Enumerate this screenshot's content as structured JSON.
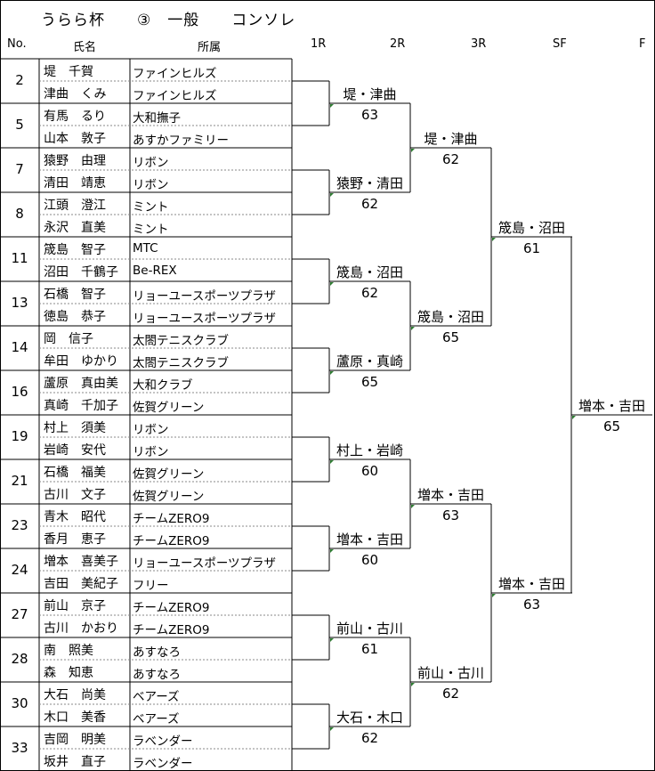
{
  "title": "うらら杯　　③　一般　　コンソレ",
  "headers": {
    "no": "No.",
    "name": "氏名",
    "club": "所属",
    "r1": "1R",
    "r2": "2R",
    "r3": "3R",
    "sf": "SF",
    "f": "F"
  },
  "pairs": [
    {
      "seed": "2",
      "p": [
        {
          "name": "堤　千賀",
          "club": "ファインヒルズ"
        },
        {
          "name": "津曲　くみ",
          "club": "ファインヒルズ"
        }
      ]
    },
    {
      "seed": "5",
      "p": [
        {
          "name": "有馬　るり",
          "club": "大和撫子"
        },
        {
          "name": "山本　敦子",
          "club": "あすかファミリー"
        }
      ]
    },
    {
      "seed": "7",
      "p": [
        {
          "name": "猿野　由理",
          "club": "リボン"
        },
        {
          "name": "清田　靖恵",
          "club": "リボン"
        }
      ]
    },
    {
      "seed": "8",
      "p": [
        {
          "name": "江頭　澄江",
          "club": "ミント"
        },
        {
          "name": "永沢　直美",
          "club": "ミント"
        }
      ]
    },
    {
      "seed": "11",
      "p": [
        {
          "name": "筬島　智子",
          "club": "MTC"
        },
        {
          "name": "沼田　千鶴子",
          "club": "Be-REX"
        }
      ]
    },
    {
      "seed": "13",
      "p": [
        {
          "name": "石橋　智子",
          "club": "リョーユースポーツプラザ"
        },
        {
          "name": "徳島　恭子",
          "club": "リョーユースポーツプラザ"
        }
      ]
    },
    {
      "seed": "14",
      "p": [
        {
          "name": "岡　信子",
          "club": "太閤テニスクラブ"
        },
        {
          "name": "牟田　ゆかり",
          "club": "太閤テニスクラブ"
        }
      ]
    },
    {
      "seed": "16",
      "p": [
        {
          "name": "蘆原　真由美",
          "club": "大和クラブ"
        },
        {
          "name": "真崎　千加子",
          "club": "佐賀グリーン"
        }
      ]
    },
    {
      "seed": "19",
      "p": [
        {
          "name": "村上　須美",
          "club": "リボン"
        },
        {
          "name": "岩崎　安代",
          "club": "リボン"
        }
      ]
    },
    {
      "seed": "21",
      "p": [
        {
          "name": "石橋　福美",
          "club": "佐賀グリーン"
        },
        {
          "name": "古川　文子",
          "club": "佐賀グリーン"
        }
      ]
    },
    {
      "seed": "23",
      "p": [
        {
          "name": "青木　昭代",
          "club": "チームZERO9"
        },
        {
          "name": "香月　恵子",
          "club": "チームZERO9"
        }
      ]
    },
    {
      "seed": "24",
      "p": [
        {
          "name": "増本　喜美子",
          "club": "リョーユースポーツプラザ"
        },
        {
          "name": "吉田　美紀子",
          "club": "フリー"
        }
      ]
    },
    {
      "seed": "27",
      "p": [
        {
          "name": "前山　京子",
          "club": "チームZERO9"
        },
        {
          "name": "古川　かおり",
          "club": "チームZERO9"
        }
      ]
    },
    {
      "seed": "28",
      "p": [
        {
          "name": "南　照美",
          "club": "あすなろ"
        },
        {
          "name": "森　知恵",
          "club": "あすなろ"
        }
      ]
    },
    {
      "seed": "30",
      "p": [
        {
          "name": "大石　尚美",
          "club": "ベアーズ"
        },
        {
          "name": "木口　美香",
          "club": "ベアーズ"
        }
      ]
    },
    {
      "seed": "33",
      "p": [
        {
          "name": "吉岡　明美",
          "club": "ラベンダー"
        },
        {
          "name": "坂井　直子",
          "club": "ラベンダー"
        }
      ]
    }
  ],
  "rounds": {
    "r1": [
      {
        "winner": "堤・津曲",
        "score": "63"
      },
      {
        "winner": "猿野・清田",
        "score": "62"
      },
      {
        "winner": "筬島・沼田",
        "score": "62"
      },
      {
        "winner": "蘆原・真崎",
        "score": "65"
      },
      {
        "winner": "村上・岩崎",
        "score": "60"
      },
      {
        "winner": "増本・吉田",
        "score": "60"
      },
      {
        "winner": "前山・古川",
        "score": "61"
      },
      {
        "winner": "大石・木口",
        "score": "62"
      }
    ],
    "r2": [
      {
        "winner": "堤・津曲",
        "score": "62"
      },
      {
        "winner": "筬島・沼田",
        "score": "65"
      },
      {
        "winner": "増本・吉田",
        "score": "63"
      },
      {
        "winner": "前山・古川",
        "score": "62"
      }
    ],
    "r3": [
      {
        "winner": "筬島・沼田",
        "score": "61"
      },
      {
        "winner": "増本・吉田",
        "score": "63"
      }
    ],
    "sf": [
      {
        "winner": "増本・吉田",
        "score": "65"
      }
    ]
  },
  "colors": {
    "line": "#000000",
    "dotted": "#888888",
    "marker": "#2e7d32"
  }
}
